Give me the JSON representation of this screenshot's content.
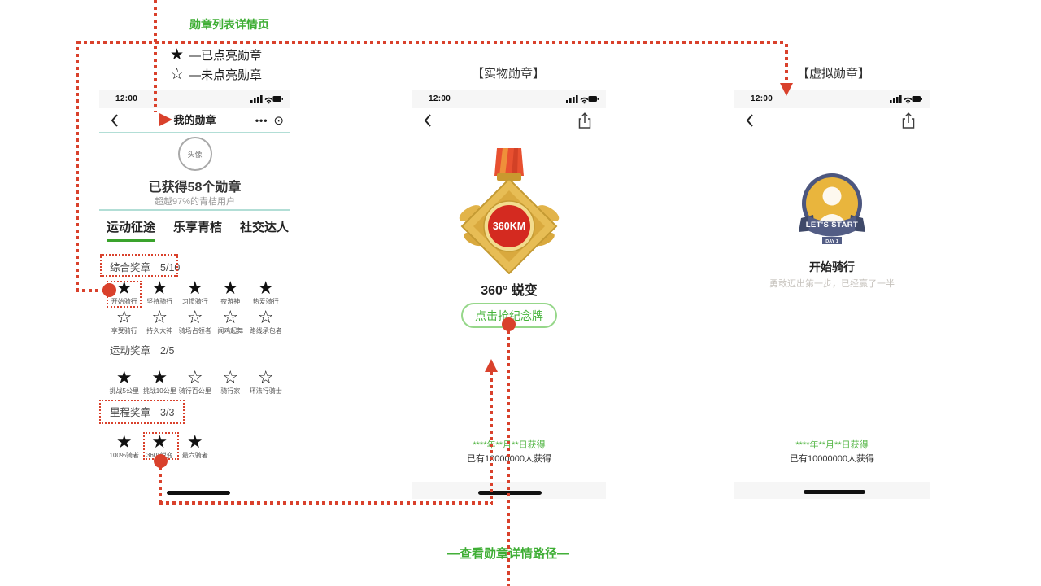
{
  "annotations": {
    "page_label": "勋章列表详情页",
    "legend_lit_icon": "★",
    "legend_lit_text": "—已点亮勋章",
    "legend_unlit_icon": "☆",
    "legend_unlit_text": "—未点亮勋章",
    "physical_label": "【实物勋章】",
    "virtual_label": "【虚拟勋章】",
    "path_label": "—查看勋章详情路径—",
    "colors": {
      "annotation_green": "#3fae35",
      "annotation_red": "#d9412c"
    }
  },
  "left": {
    "time": "12:00",
    "title": "我的勋章",
    "menu_dots_icon": "•••",
    "menu_target_icon": "⊙",
    "avatar_label": "头像",
    "medals_earned": "已获得58个勋章",
    "rank_text": "超越97%的青桔用户",
    "tabs": [
      {
        "label": "运动征途"
      },
      {
        "label": "乐享青桔"
      },
      {
        "label": "社交达人"
      }
    ],
    "section1_title": "综合奖章",
    "section1_count": "5/10",
    "row1": [
      {
        "star": "★",
        "label": "开始骑行"
      },
      {
        "star": "★",
        "label": "坚持骑行"
      },
      {
        "star": "★",
        "label": "习惯骑行"
      },
      {
        "star": "★",
        "label": "夜游神"
      },
      {
        "star": "★",
        "label": "热爱骑行"
      }
    ],
    "row2": [
      {
        "star": "☆",
        "label": "享受骑行"
      },
      {
        "star": "☆",
        "label": "持久大神"
      },
      {
        "star": "☆",
        "label": "骑场占领者"
      },
      {
        "star": "☆",
        "label": "闻鸡起舞"
      },
      {
        "star": "☆",
        "label": "路线承包者"
      }
    ],
    "section2_title": "运动奖章",
    "section2_count": "2/5",
    "row3": [
      {
        "star": "★",
        "label": "挑战5公里"
      },
      {
        "star": "★",
        "label": "挑战10公里"
      },
      {
        "star": "☆",
        "label": "骑行百公里"
      },
      {
        "star": "☆",
        "label": "骑行家"
      },
      {
        "star": "☆",
        "label": "环法行骑士"
      }
    ],
    "section3_title": "里程奖章",
    "section3_count": "3/3",
    "row4": [
      {
        "star": "★",
        "label": "100%骑者"
      },
      {
        "star": "★",
        "label": "360°蜕变"
      },
      {
        "star": "★",
        "label": "最六骑者"
      }
    ]
  },
  "middle": {
    "time": "12:00",
    "medal_text": "360KM",
    "title": "360° 蜕变",
    "button_label": "点击抢纪念牌",
    "date_text": "****年**月**日获得",
    "count_text": "已有10000000人获得"
  },
  "right": {
    "time": "12:00",
    "banner_text": "LET'S START",
    "day_text": "DAY 1",
    "title": "开始骑行",
    "subtitle": "勇敢迈出第一步，已经赢了一半",
    "date_text": "****年**月**日获得",
    "count_text": "已有10000000人获得"
  }
}
